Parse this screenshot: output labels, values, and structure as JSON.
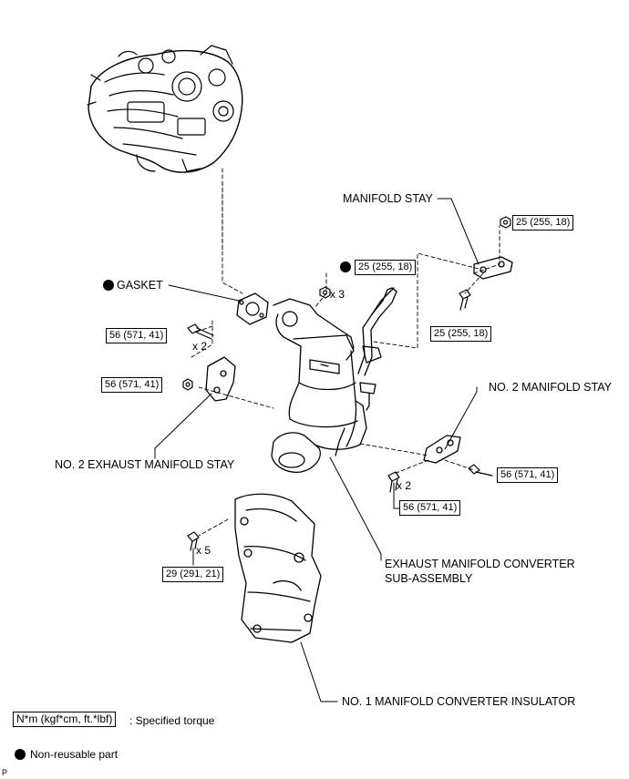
{
  "parts": {
    "manifold_stay": "MANIFOLD STAY",
    "gasket": "GASKET",
    "no2_manifold_stay": "NO. 2 MANIFOLD STAY",
    "no2_exhaust_manifold_stay": "NO. 2 EXHAUST MANIFOLD STAY",
    "converter_line1": "EXHAUST MANIFOLD CONVERTER",
    "converter_line2": "SUB-ASSEMBLY",
    "no1_insulator": "NO. 1 MANIFOLD CONVERTER INSULATOR"
  },
  "torques": {
    "stay_nut": "25 (255, 18)",
    "manifold_nut": "25 (255, 18)",
    "stay_bolt": "25 (255, 18)",
    "exh_stay_bolt": "56 (571, 41)",
    "exh_stay_nut": "56 (571, 41)",
    "no2_stay_bolt_right": "56 (571, 41)",
    "no2_stay_bolt_lower": "56 (571, 41)",
    "insulator_bolt": "29 (291, 21)"
  },
  "multipliers": {
    "manifold_nut": "x 3",
    "exh_stay_bolt": "x 2",
    "no2_stay_bolt": "x 2",
    "insulator_bolt": "x 5"
  },
  "legend": {
    "torque_box": "N*m (kgf*cm, ft.*lbf)",
    "torque_text": ": Specified torque",
    "nonreusable_text": "Non-reusable part"
  },
  "corner_code": "P"
}
